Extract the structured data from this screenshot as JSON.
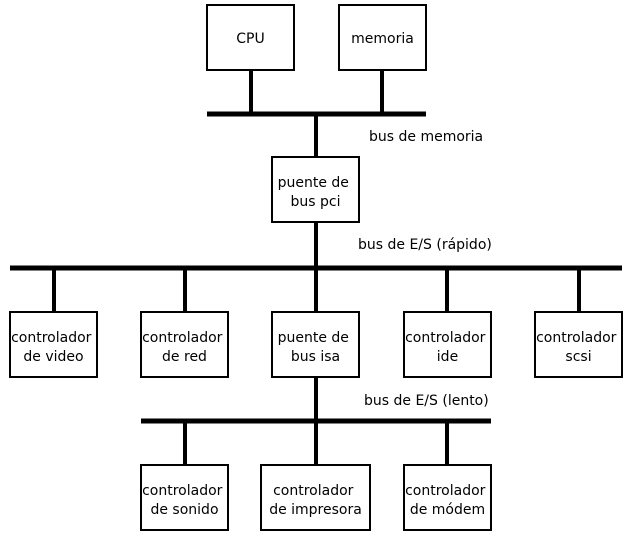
{
  "nodes": {
    "cpu": {
      "lines": [
        "CPU"
      ]
    },
    "memoria": {
      "lines": [
        "memoria"
      ]
    },
    "puente_pci": {
      "lines": [
        "puente de",
        "bus pci"
      ]
    },
    "ctrl_video": {
      "lines": [
        "controlador",
        "de video"
      ]
    },
    "ctrl_red": {
      "lines": [
        "controlador",
        "de red"
      ]
    },
    "puente_isa": {
      "lines": [
        "puente de",
        "bus isa"
      ]
    },
    "ctrl_ide": {
      "lines": [
        "controlador",
        "ide"
      ]
    },
    "ctrl_scsi": {
      "lines": [
        "controlador",
        "scsi"
      ]
    },
    "ctrl_sonido": {
      "lines": [
        "controlador",
        "de sonido"
      ]
    },
    "ctrl_impresora": {
      "lines": [
        "controlador",
        "de impresora"
      ]
    },
    "ctrl_modem": {
      "lines": [
        "controlador",
        "de módem"
      ]
    }
  },
  "buses": {
    "memoria": {
      "label": "bus de memoria"
    },
    "es_rapido": {
      "label": "bus de E/S (rápido)"
    },
    "es_lento": {
      "label": "bus de E/S (lento)"
    }
  }
}
